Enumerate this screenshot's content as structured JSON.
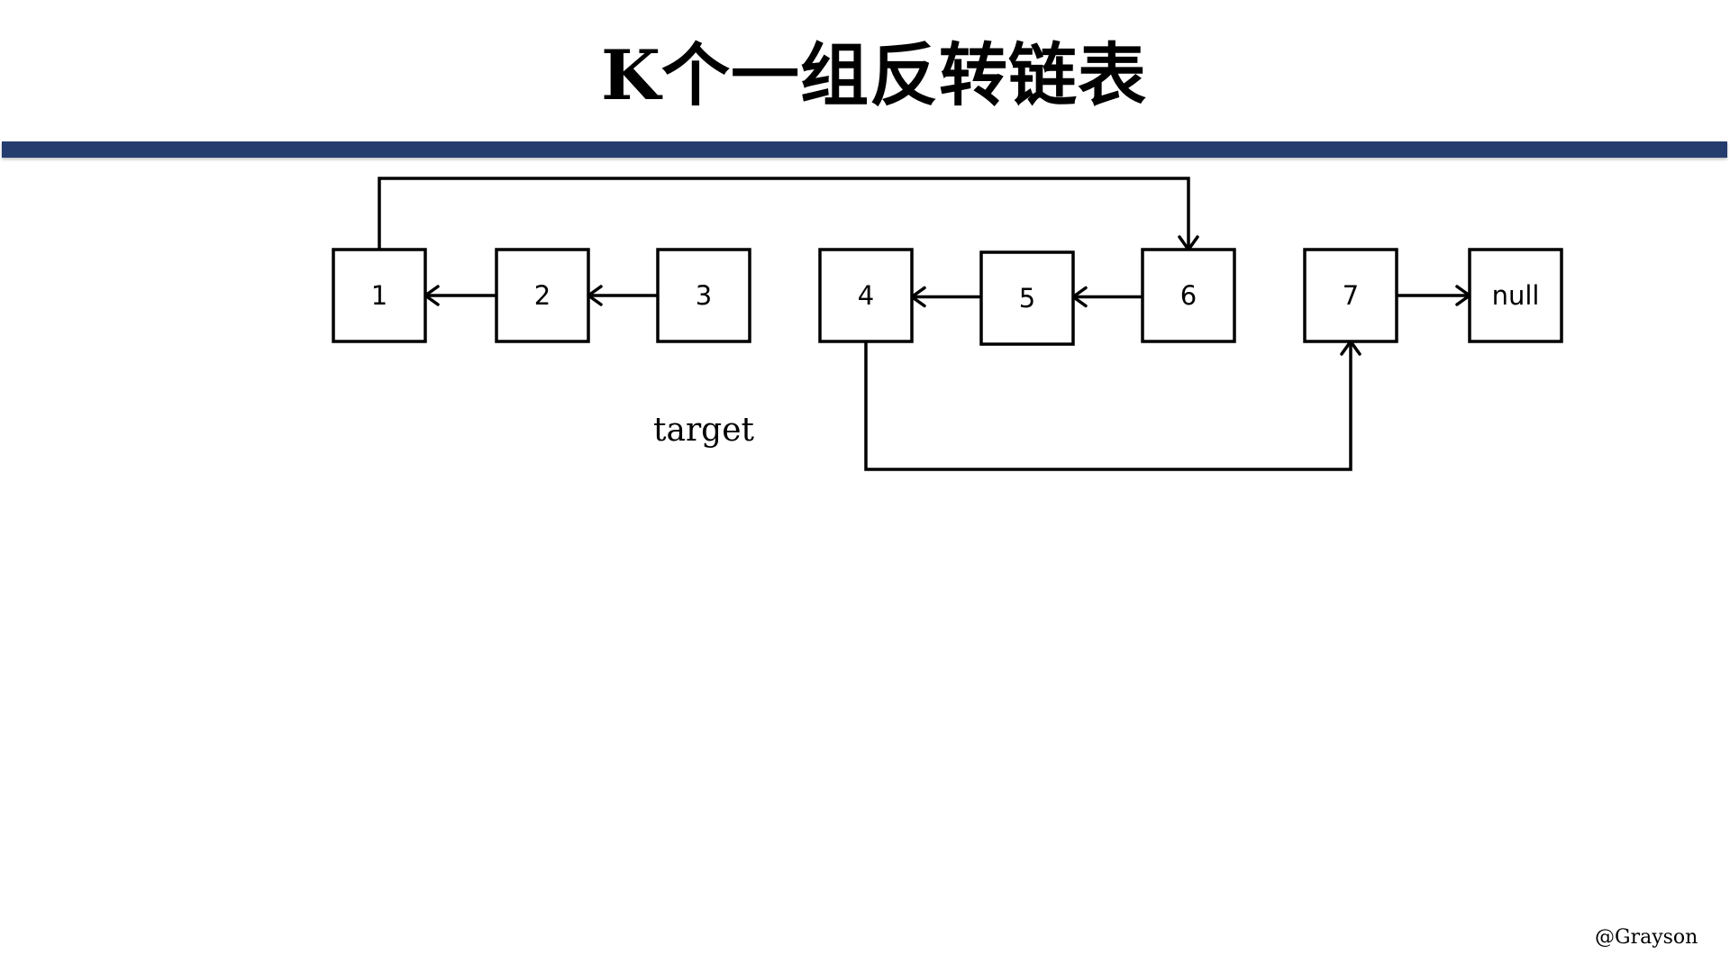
{
  "title": "K个一组反转链表",
  "accent_color": "#253C6E",
  "stroke_color": "#000000",
  "nodes": [
    "1",
    "2",
    "3",
    "4",
    "5",
    "6",
    "7",
    "null"
  ],
  "edges": [
    {
      "from": "2",
      "to": "1",
      "route": "straight"
    },
    {
      "from": "3",
      "to": "2",
      "route": "straight"
    },
    {
      "from": "5",
      "to": "4",
      "route": "straight"
    },
    {
      "from": "6",
      "to": "5",
      "route": "straight"
    },
    {
      "from": "7",
      "to": "null",
      "route": "straight"
    },
    {
      "from": "1",
      "to": "6",
      "route": "over-top"
    },
    {
      "from": "4",
      "to": "7",
      "route": "under-bottom"
    }
  ],
  "target_label": "target",
  "watermark": "@Grayson"
}
